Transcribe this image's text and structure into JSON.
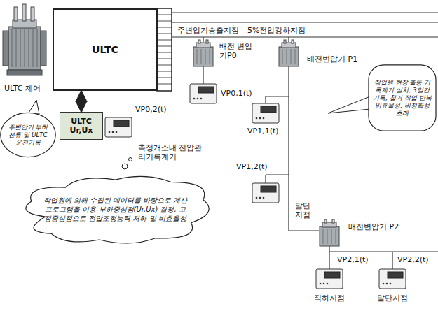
{
  "diagram": {
    "nodes": [
      {
        "text": [
          "ULTC"
        ]
      },
      {
        "text": [
          "ULTC Ur,Ux"
        ]
      },
      {
        "text": [
          "주변압기 부하전류 및 ULTC 운전기록"
        ]
      },
      {
        "text": [
          "작업원 현장 출동 기록계기 설치, 3일간 기록, 철거 작업 반복 비효율성, 비정확성 초래"
        ]
      },
      {
        "text": [
          "작업원에 의해 수집된 데이터를 바탕으로 계산 프로그램을 이용 부하중심점(Ur,Ux) 결정, 고정중심점으로 전압조정능력 저하 및 비효율성"
        ]
      }
    ],
    "edges": [
      {
        "from": 0,
        "to": 1,
        "arrow": "both"
      }
    ],
    "labels": [
      "ULTC 제어",
      "주변압기송출지점",
      "5%전압강하지점",
      "배전 변압기P0",
      "VP0,1(t)",
      "VP0,2(t)",
      "측정개소내 전압관리기록계기",
      "배전변압기 P1",
      "VP1,1(t)",
      "VP1,2(t)",
      "말단 지점",
      "배전변압기 P2",
      "VP2,1(t)",
      "VP2,2(t)",
      "직하지점",
      "말단지점"
    ]
  }
}
